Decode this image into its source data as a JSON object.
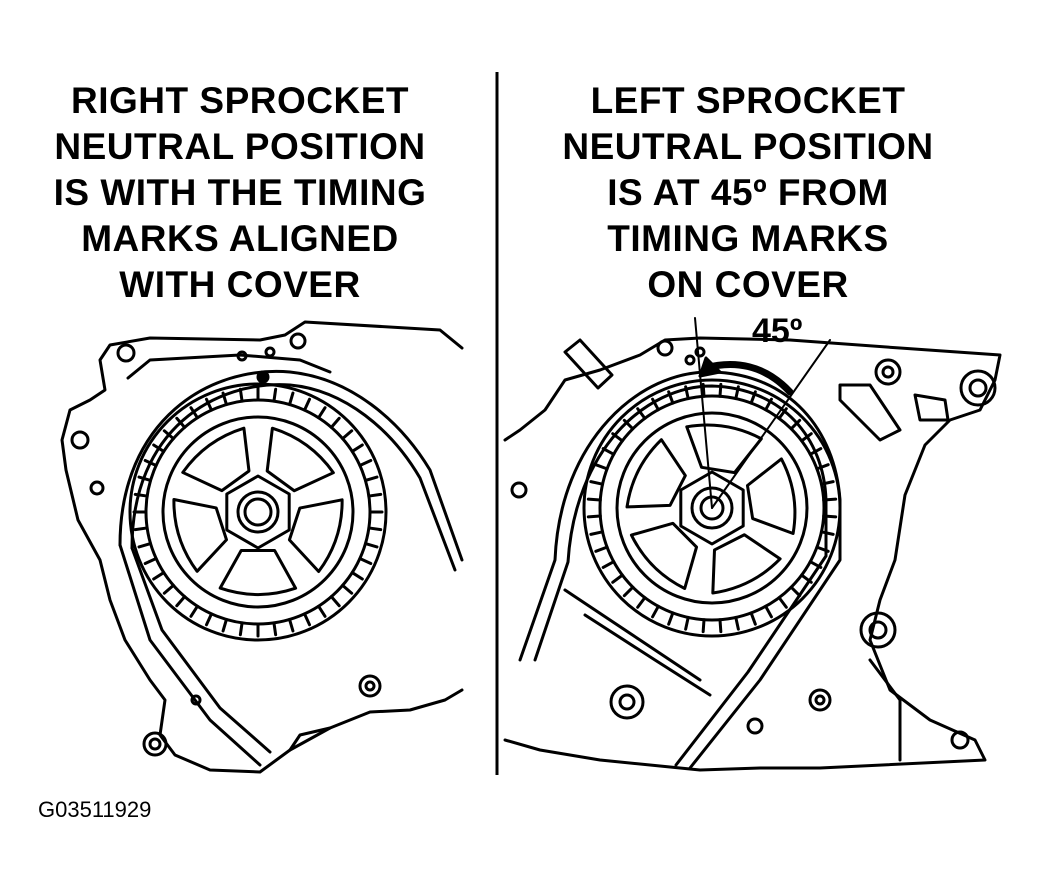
{
  "left_panel": {
    "caption_lines": [
      "RIGHT SPROCKET",
      "NEUTRAL POSITION",
      "IS WITH THE TIMING",
      "MARKS ALIGNED",
      "WITH COVER"
    ]
  },
  "right_panel": {
    "caption_lines": [
      "LEFT SPROCKET",
      "NEUTRAL POSITION",
      "IS AT 45º FROM",
      "TIMING MARKS",
      "ON COVER"
    ],
    "angle_label": "45º"
  },
  "figure_id": "G03511929",
  "colors": {
    "ink": "#000000",
    "paper": "#ffffff"
  }
}
